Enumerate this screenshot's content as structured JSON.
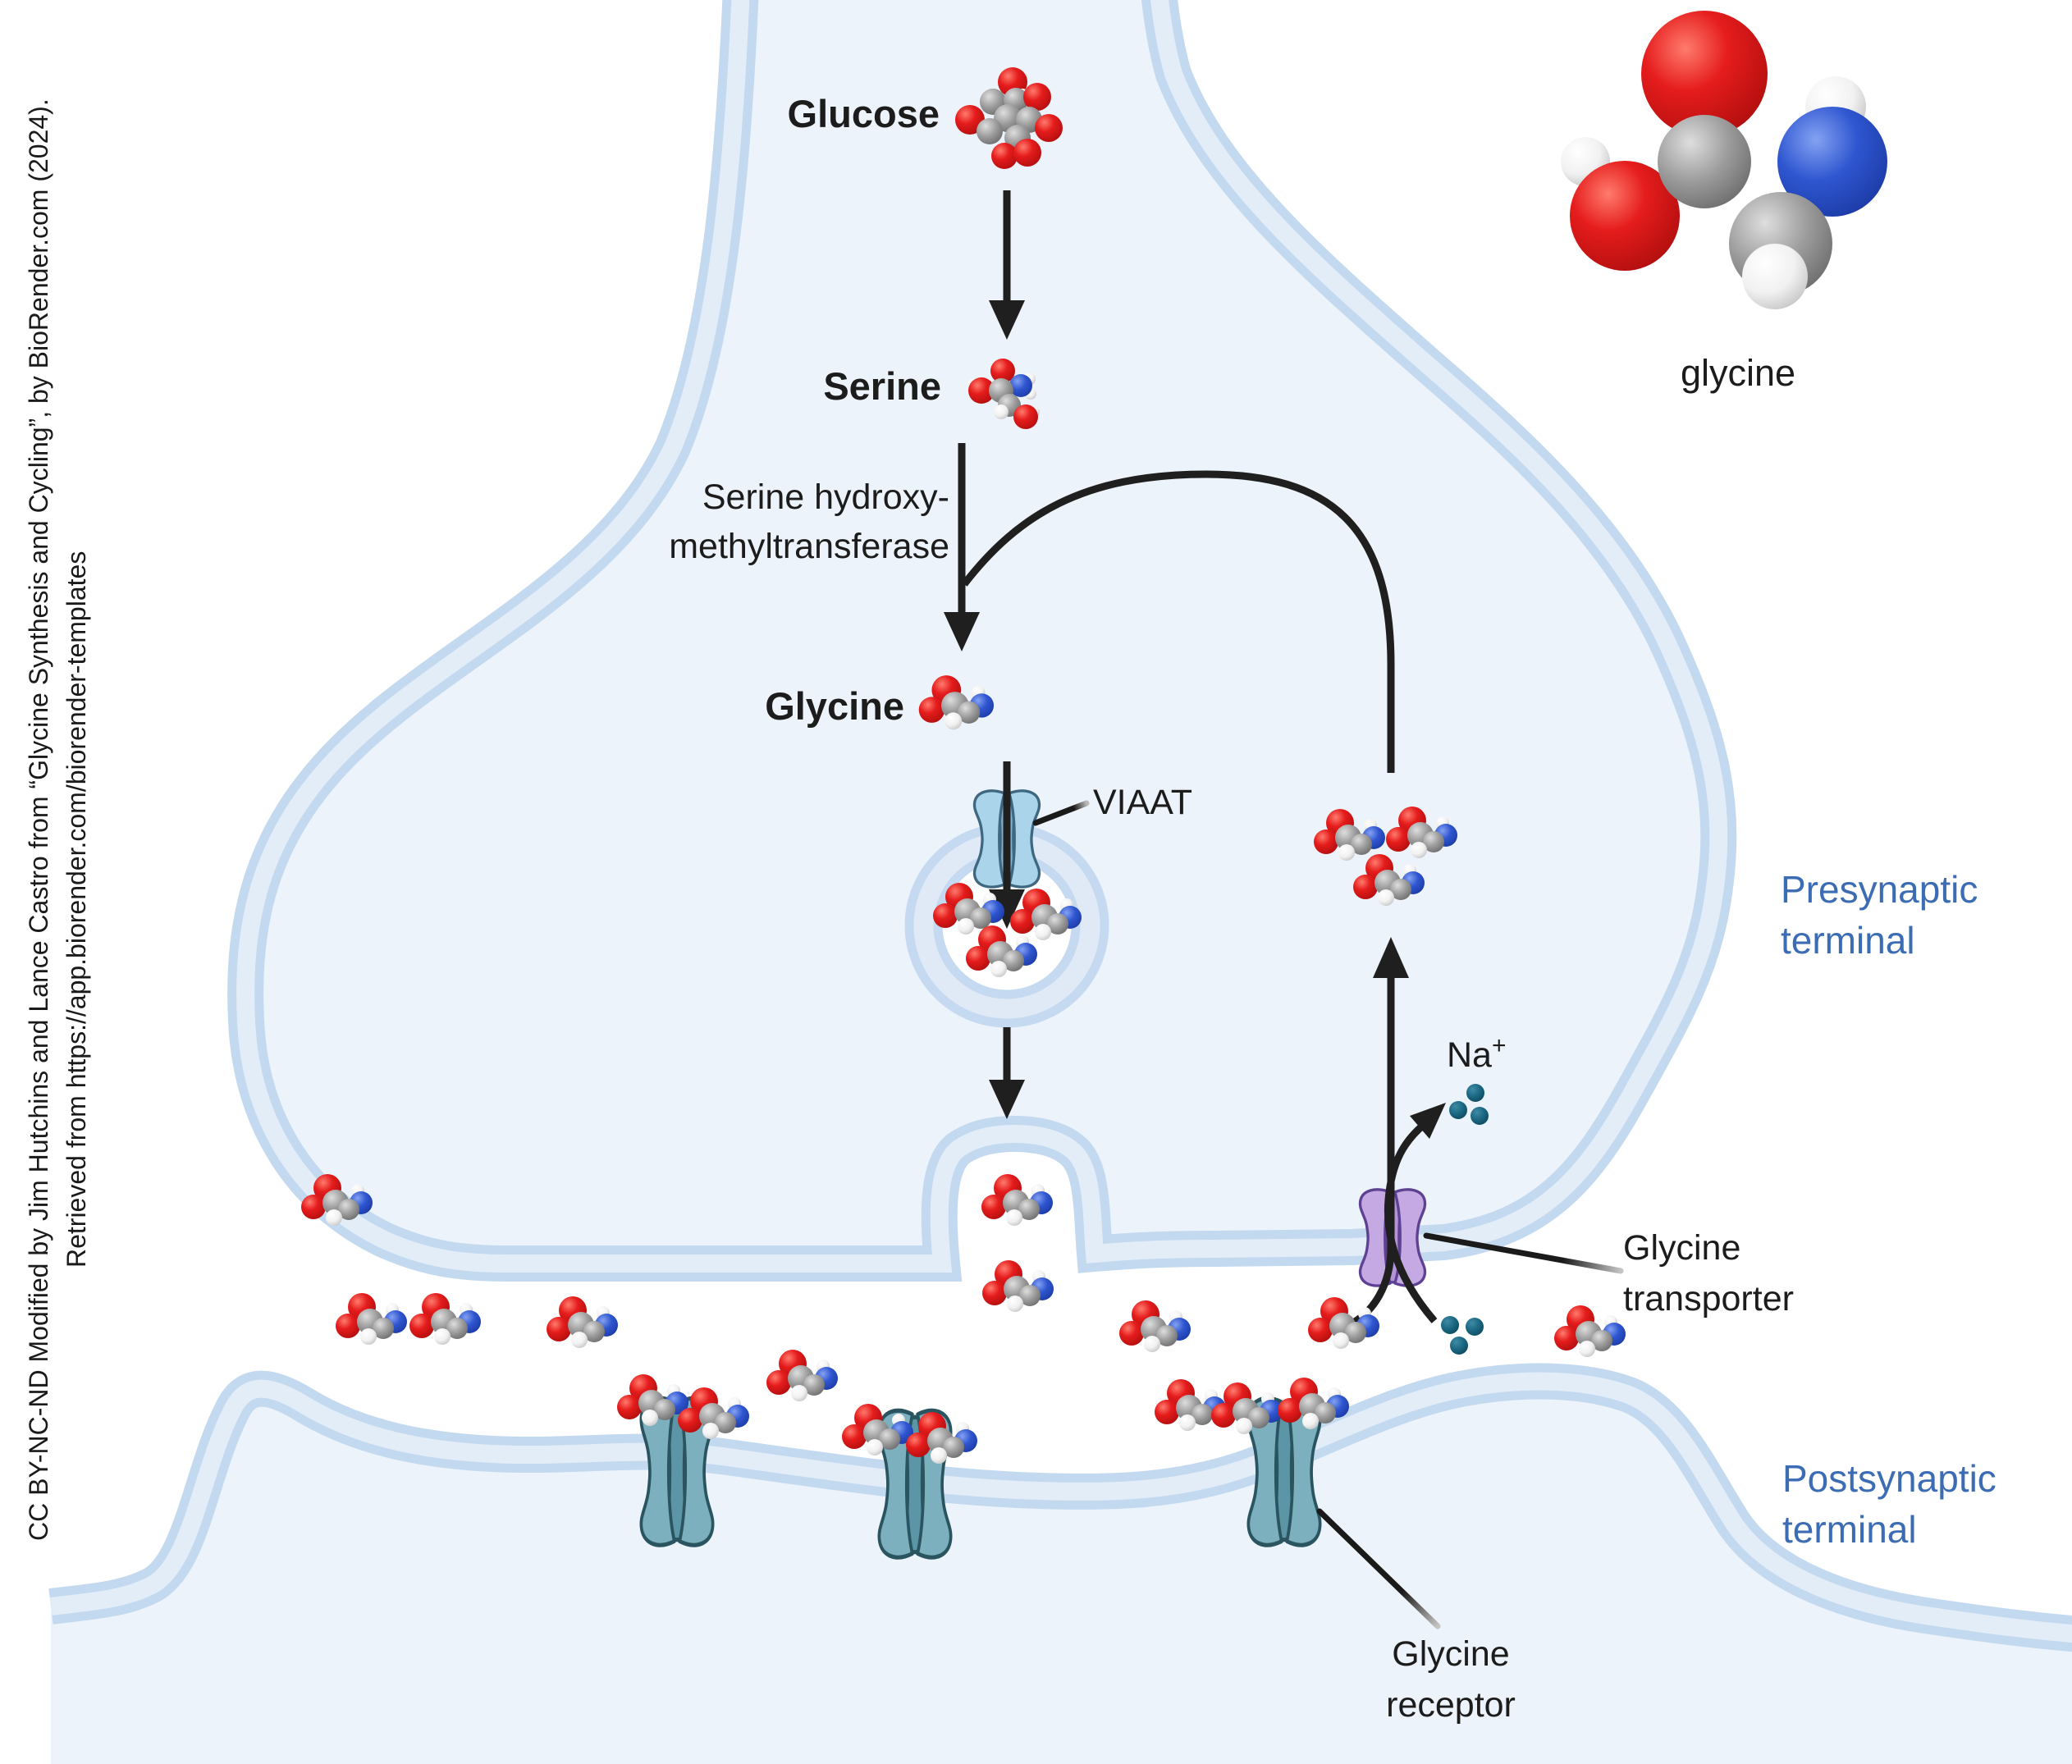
{
  "attribution": {
    "line1": "CC BY-NC-ND Modified by Jim Hutchins and Lance Castro from “Glycine Synthesis and Cycling”, by BioRender.com (2024).",
    "line2": "Retrieved from https://app.biorender.com/biorender-templates"
  },
  "pathway": {
    "glucose": "Glucose",
    "serine": "Serine",
    "enzyme_line1": "Serine hydroxy-",
    "enzyme_line2": "methyltransferase",
    "glycine": "Glycine"
  },
  "labels": {
    "viaat": "VIAAT",
    "na_base": "Na",
    "na_sup": "+",
    "transporter_line1": "Glycine",
    "transporter_line2": "transporter",
    "receptor_line1": "Glycine",
    "receptor_line2": "receptor",
    "presynaptic_line1": "Presynaptic",
    "presynaptic_line2": "terminal",
    "postsynaptic_line1": "Postsynaptic",
    "postsynaptic_line2": "terminal",
    "molecule_caption": "glycine"
  },
  "colors": {
    "membrane_stroke": "#c3d9ef",
    "membrane_gap": "#e3edf8",
    "cell_interior": "#ecf3fa",
    "terminal_label_blue": "#3c6cb4",
    "viaat_channel": "#aad4ea",
    "glycine_transporter": "#c4a9e2",
    "glycine_receptor": "#7cb0bf",
    "sodium_ion": "#19657f",
    "oxygen_red": "#e51c1c",
    "carbon_gray": "#9c9c9c",
    "nitrogen_blue": "#2f56d0",
    "arrow_black": "#1f1f1f"
  }
}
